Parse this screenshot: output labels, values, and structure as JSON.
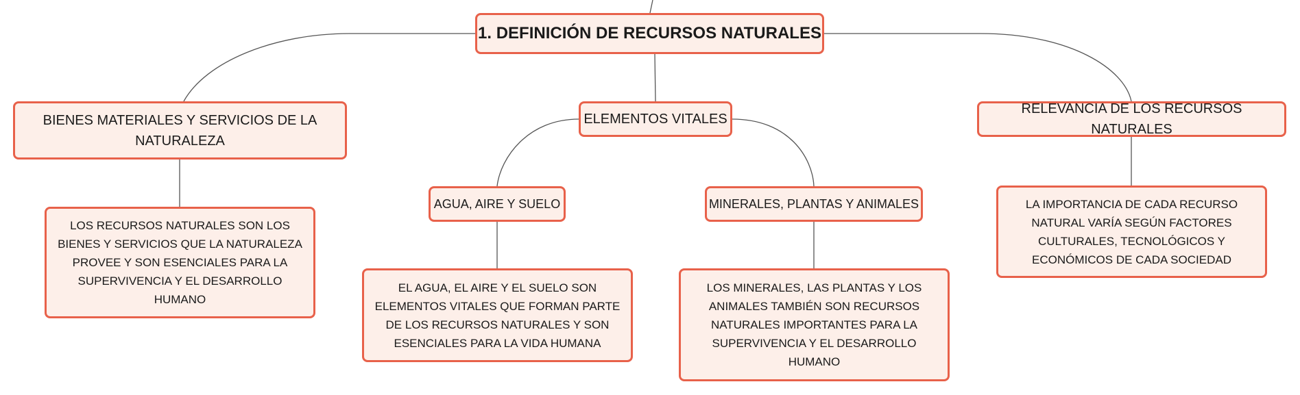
{
  "diagram": {
    "root": {
      "label": "1. DEFINICIÓN DE RECURSOS NATURALES"
    },
    "branches": [
      {
        "label": "BIENES MATERIALES Y SERVICIOS DE LA NATURALEZA",
        "detail": "LOS RECURSOS NATURALES SON LOS BIENES Y SERVICIOS QUE LA NATURALEZA PROVEE Y SON ESENCIALES PARA LA SUPERVIVENCIA Y EL DESARROLLO HUMANO"
      },
      {
        "label": "ELEMENTOS VITALES",
        "children": [
          {
            "label": "AGUA, AIRE Y SUELO",
            "detail": "EL AGUA, EL AIRE Y EL SUELO SON ELEMENTOS VITALES QUE FORMAN PARTE DE LOS RECURSOS NATURALES Y SON ESENCIALES PARA LA VIDA HUMANA"
          },
          {
            "label": "MINERALES, PLANTAS Y ANIMALES",
            "detail": "LOS MINERALES, LAS PLANTAS Y LOS ANIMALES TAMBIÉN SON RECURSOS NATURALES IMPORTANTES PARA LA SUPERVIVENCIA Y EL DESARROLLO HUMANO"
          }
        ]
      },
      {
        "label": "RELEVANCIA DE LOS RECURSOS NATURALES",
        "detail": "LA IMPORTANCIA DE CADA RECURSO NATURAL VARÍA SEGÚN FACTORES CULTURALES, TECNOLÓGICOS Y ECONÓMICOS DE CADA SOCIEDAD"
      }
    ],
    "colors": {
      "node_border": "#e8614a",
      "node_fill": "#fdefe9",
      "connector": "#555555",
      "text": "#1a1a1a"
    }
  }
}
